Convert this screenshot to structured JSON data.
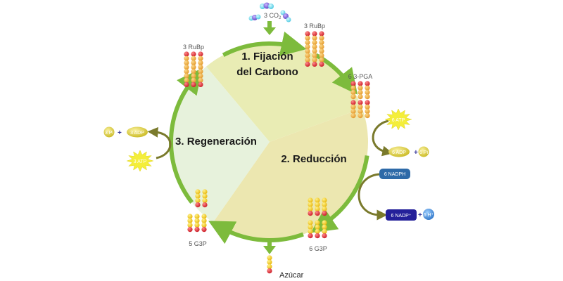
{
  "title": "Ciclo de Calvin",
  "phases": [
    {
      "id": "fixation",
      "line1": "1. Fijación",
      "line2": "del Carbono",
      "color": "#e9ecb4"
    },
    {
      "id": "reduction",
      "line1": "2. Reducción",
      "color": "#ece7b0"
    },
    {
      "id": "regeneration",
      "line1": "3. Regeneración",
      "color": "#e7f2dc"
    }
  ],
  "inputs": {
    "co2": {
      "label": "3 CO",
      "subscript": "2"
    }
  },
  "molecules": {
    "rubp_top": {
      "label": "3 RuBp",
      "count": 3,
      "carbons": 5
    },
    "rubp_left": {
      "label": "3 RuBp",
      "count": 3,
      "carbons": 5
    },
    "pga": {
      "label": "6 3-PGA",
      "count": 6,
      "carbons": 3
    },
    "g3p_right": {
      "label": "6 G3P",
      "count": 6,
      "carbons": 3
    },
    "g3p_left": {
      "label": "5 G3P",
      "count": 5,
      "carbons": 3
    },
    "sugar": {
      "label": "Azúcar",
      "count": 1,
      "carbons": 3
    }
  },
  "energy": {
    "reduction_atp": "6 ATP",
    "reduction_adp": "6 ADP",
    "reduction_pi": "6 Pi",
    "nadph": "6 NADPH",
    "nadp": "6 NADP⁺",
    "h": "6 H⁺",
    "regen_atp": "3 ATP",
    "regen_adp": "3 ADP",
    "regen_pi": "3 Pi",
    "plus": "+"
  },
  "colors": {
    "cycle_arrow": "#7dbb3c",
    "side_arrow": "#7a7a2c",
    "carbon_orange": "#eba53a",
    "carbon_yellow": "#f2cd2a",
    "phosphate_red": "#d9333a",
    "atp_yellow": "#f4e63a",
    "nadph_blue": "#2b6aa8",
    "nadp_navy": "#21209a",
    "h_blue": "#4a8fd8"
  }
}
